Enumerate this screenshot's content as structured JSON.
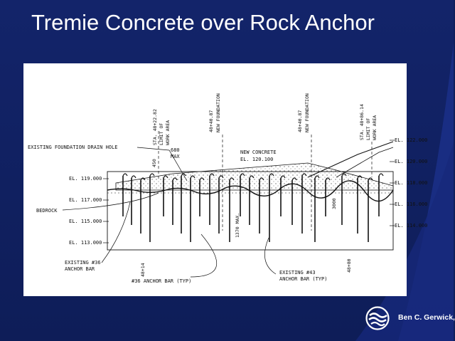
{
  "slide": {
    "title": "Tremie Concrete over Rock Anchor",
    "colors": {
      "background": "#0f1f5c",
      "title": "#ffffff",
      "swoosh": "#1b2f86"
    }
  },
  "drawing": {
    "stations": [
      {
        "text": "STA. 48+22.82"
      },
      {
        "text": "LIMIT OF"
      },
      {
        "text": "WORK AREA"
      },
      {
        "text": "48+40.87"
      },
      {
        "text": "NEW FOUNDATION"
      },
      {
        "text": "48+40.87"
      },
      {
        "text": "NEW FOUNDATION"
      },
      {
        "text": "STA. 48+86.14"
      },
      {
        "text": "LIMIT OF"
      },
      {
        "text": "WORK AREA"
      }
    ],
    "right_elevations": [
      "EL. 122.000",
      "EL. 120.000",
      "EL. 118.000",
      "EL. 116.000",
      "EL. 114.000"
    ],
    "left_elevations": [
      "EL. 119.000",
      "EL. 117.000",
      "EL. 115.000",
      "EL. 113.000"
    ],
    "labels": {
      "drain_hole": "EXISTING FOUNDATION DRAIN HOLE",
      "dim_450": "450",
      "dim_680": "680",
      "max": "MAX",
      "new_concrete": "NEW CONCRETE",
      "new_concrete_el": "EL. 120.100",
      "bedrock": "BEDROCK",
      "dim_1370": "1370 MAX.",
      "dim_3000": "3000",
      "existing_36_line1": "EXISTING #36",
      "existing_36_line2": "ANCHOR BAR",
      "sta_4814": "48+14",
      "anchor_36_typ": "#36 ANCHOR BAR (TYP)",
      "existing_43_line1": "EXISTING #43",
      "existing_43_line2": "ANCHOR BAR (TYP)",
      "sta_4880": "48+80"
    }
  },
  "logo": {
    "text": "Ben C. Gerwick,",
    "icon": "gerwick-wave-logo-icon"
  }
}
